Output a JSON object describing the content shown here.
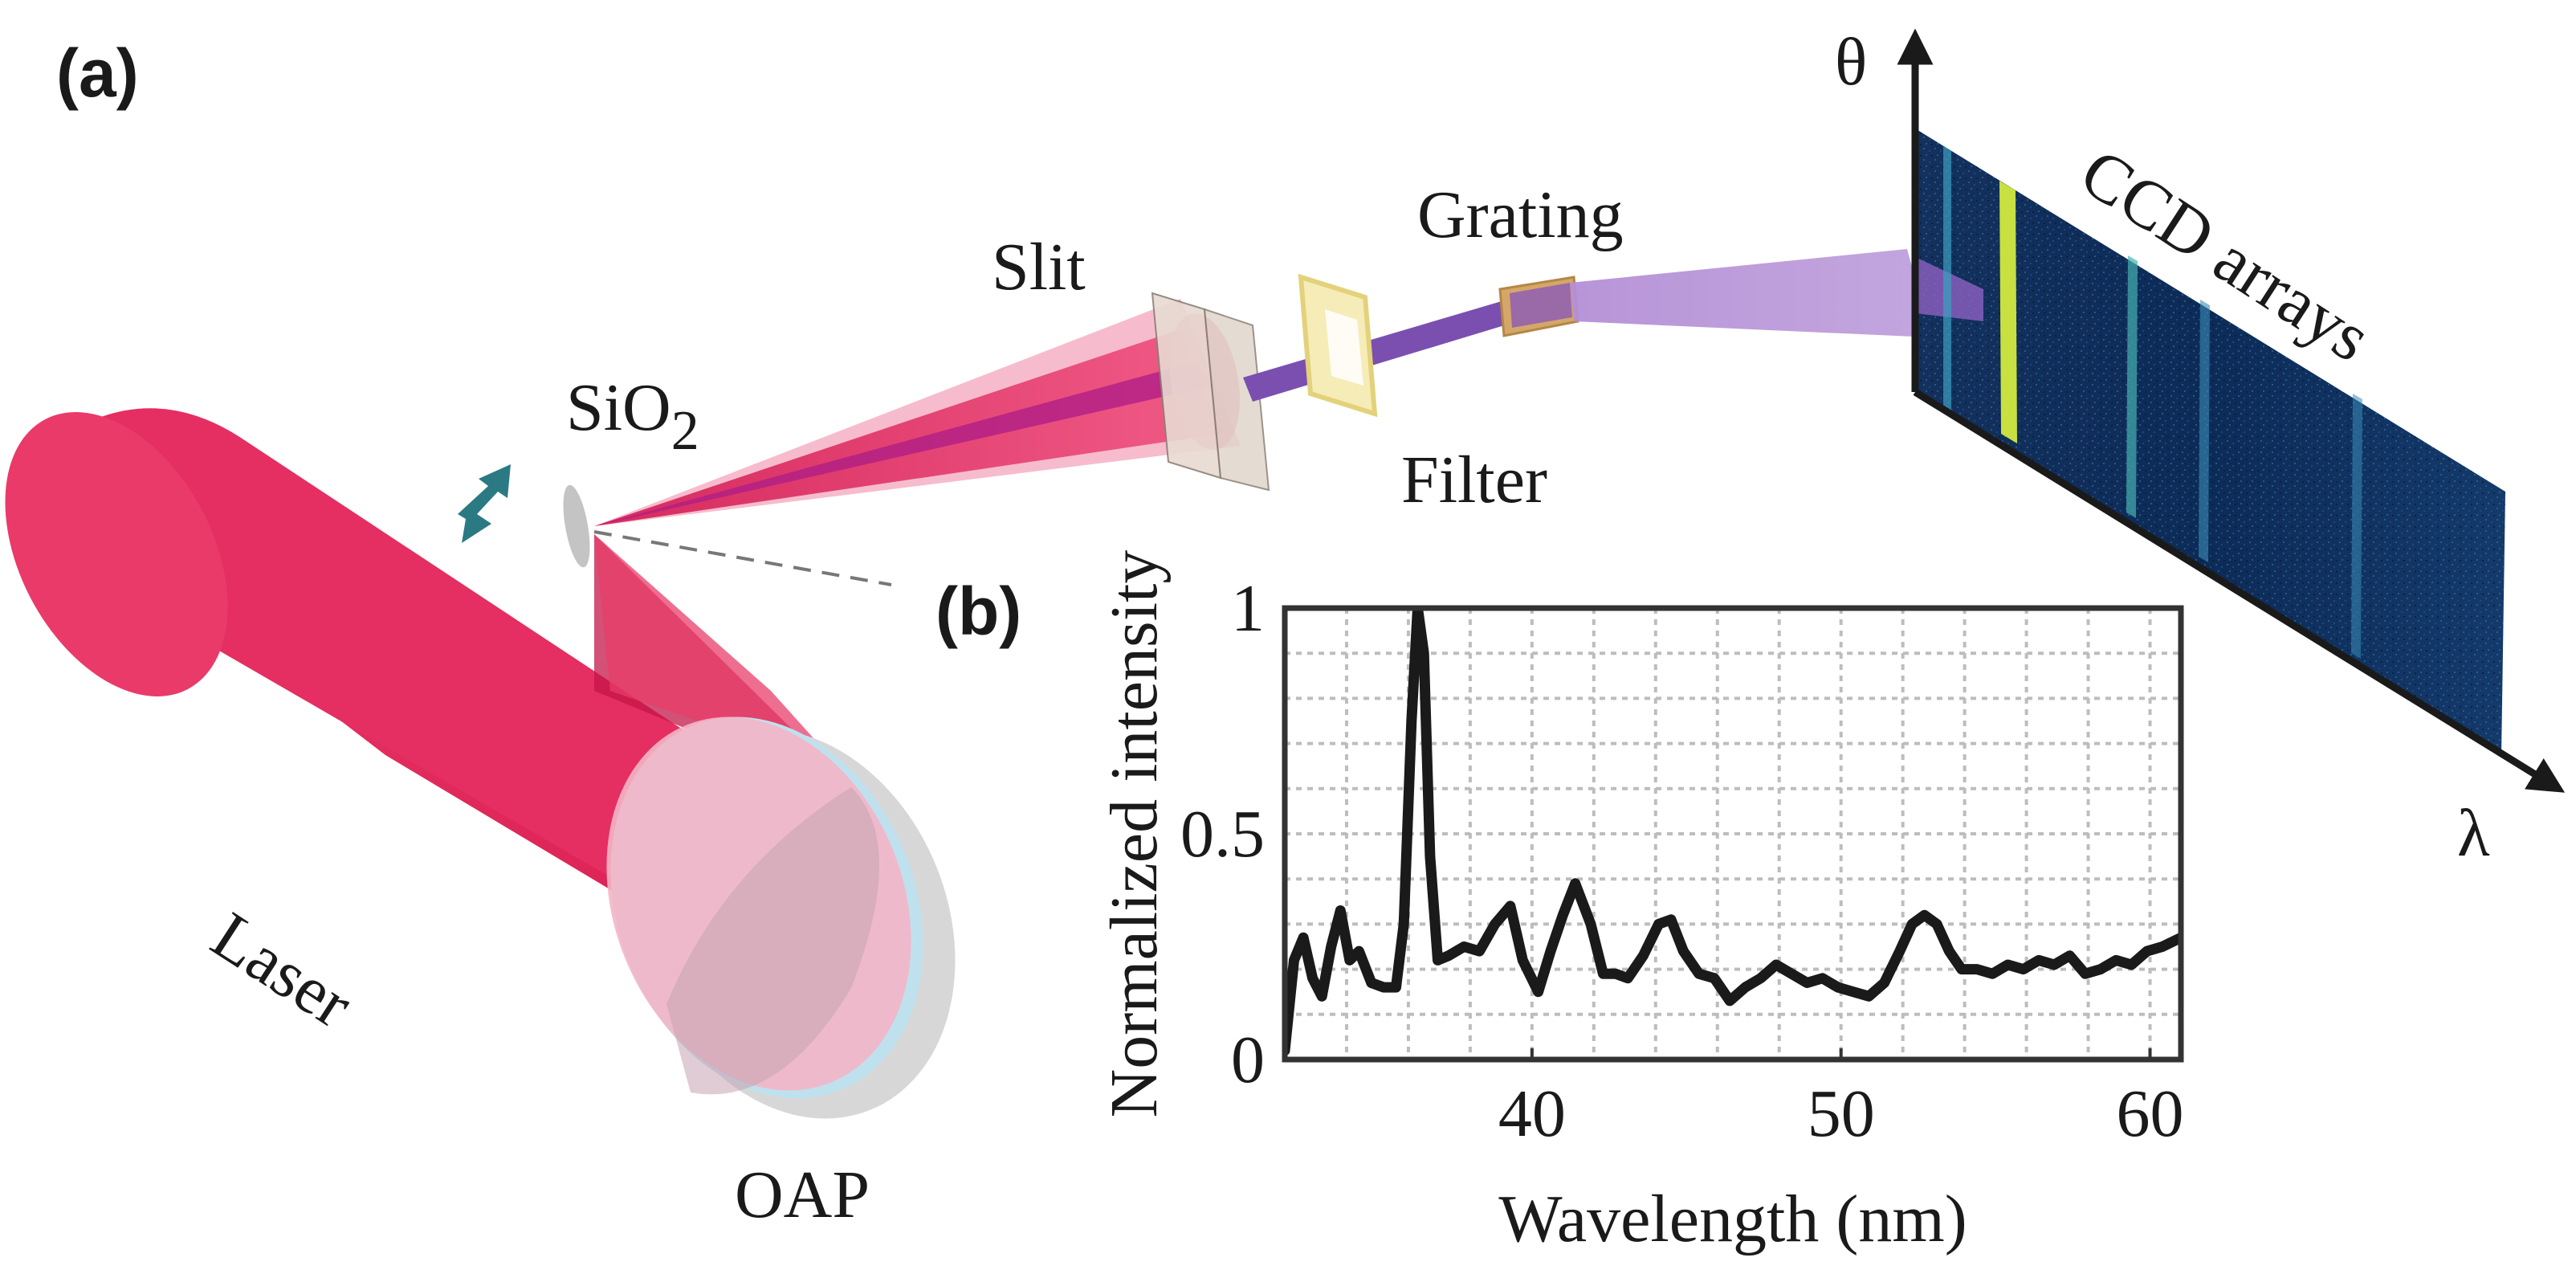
{
  "panel_a": {
    "label": "(a)",
    "labels": {
      "sio2_main": "SiO",
      "sio2_sub": "2",
      "slit": "Slit",
      "grating": "Grating",
      "filter": "Filter",
      "ccd": "CCD arrays",
      "laser": "Laser",
      "oap": "OAP",
      "theta": "θ",
      "lambda": "λ"
    },
    "colors": {
      "laser": "#e8275a",
      "beam_purple": "#7b4fb0",
      "mirror_teal": "#2b7a83",
      "ccd_background": "#0e2a52",
      "ccd_line": "#c8e040"
    }
  },
  "panel_b": {
    "label": "(b)"
  },
  "chart_data": {
    "type": "line",
    "xlabel": "Wavelength (nm)",
    "ylabel": "Normalized intensity",
    "xlim": [
      32,
      61
    ],
    "ylim": [
      0,
      1
    ],
    "x_ticks": [
      40,
      50,
      60
    ],
    "y_ticks": [
      {
        "value": 0,
        "label": "0"
      },
      {
        "value": 0.5,
        "label": "0.5"
      },
      {
        "value": 1,
        "label": "1"
      }
    ],
    "grid": true,
    "series": [
      {
        "color": "#1a1a1a",
        "x": [
          32.0,
          32.3,
          32.6,
          32.9,
          33.2,
          33.5,
          33.8,
          34.1,
          34.4,
          34.8,
          35.2,
          35.6,
          35.85,
          36.1,
          36.3,
          36.5,
          36.7,
          36.95,
          37.3,
          37.8,
          38.3,
          38.8,
          39.3,
          39.7,
          40.2,
          40.6,
          41.0,
          41.4,
          41.9,
          42.3,
          42.7,
          43.1,
          43.6,
          44.1,
          44.5,
          44.9,
          45.4,
          45.9,
          46.4,
          46.9,
          47.4,
          47.9,
          48.4,
          48.9,
          49.4,
          49.9,
          50.4,
          50.9,
          51.4,
          51.9,
          52.3,
          52.7,
          53.1,
          53.5,
          53.9,
          54.4,
          54.9,
          55.4,
          55.9,
          56.4,
          56.9,
          57.4,
          57.9,
          58.4,
          58.9,
          59.4,
          59.9,
          60.4,
          61.0
        ],
        "y": [
          0.02,
          0.22,
          0.27,
          0.18,
          0.14,
          0.25,
          0.33,
          0.22,
          0.24,
          0.17,
          0.16,
          0.16,
          0.3,
          0.75,
          1.0,
          0.9,
          0.45,
          0.22,
          0.23,
          0.25,
          0.24,
          0.3,
          0.34,
          0.22,
          0.15,
          0.24,
          0.32,
          0.39,
          0.3,
          0.19,
          0.19,
          0.18,
          0.23,
          0.3,
          0.31,
          0.24,
          0.19,
          0.18,
          0.13,
          0.16,
          0.18,
          0.21,
          0.19,
          0.17,
          0.18,
          0.16,
          0.15,
          0.14,
          0.17,
          0.24,
          0.3,
          0.32,
          0.3,
          0.24,
          0.2,
          0.2,
          0.19,
          0.21,
          0.2,
          0.22,
          0.21,
          0.23,
          0.19,
          0.2,
          0.22,
          0.21,
          0.24,
          0.25,
          0.27
        ]
      }
    ]
  }
}
